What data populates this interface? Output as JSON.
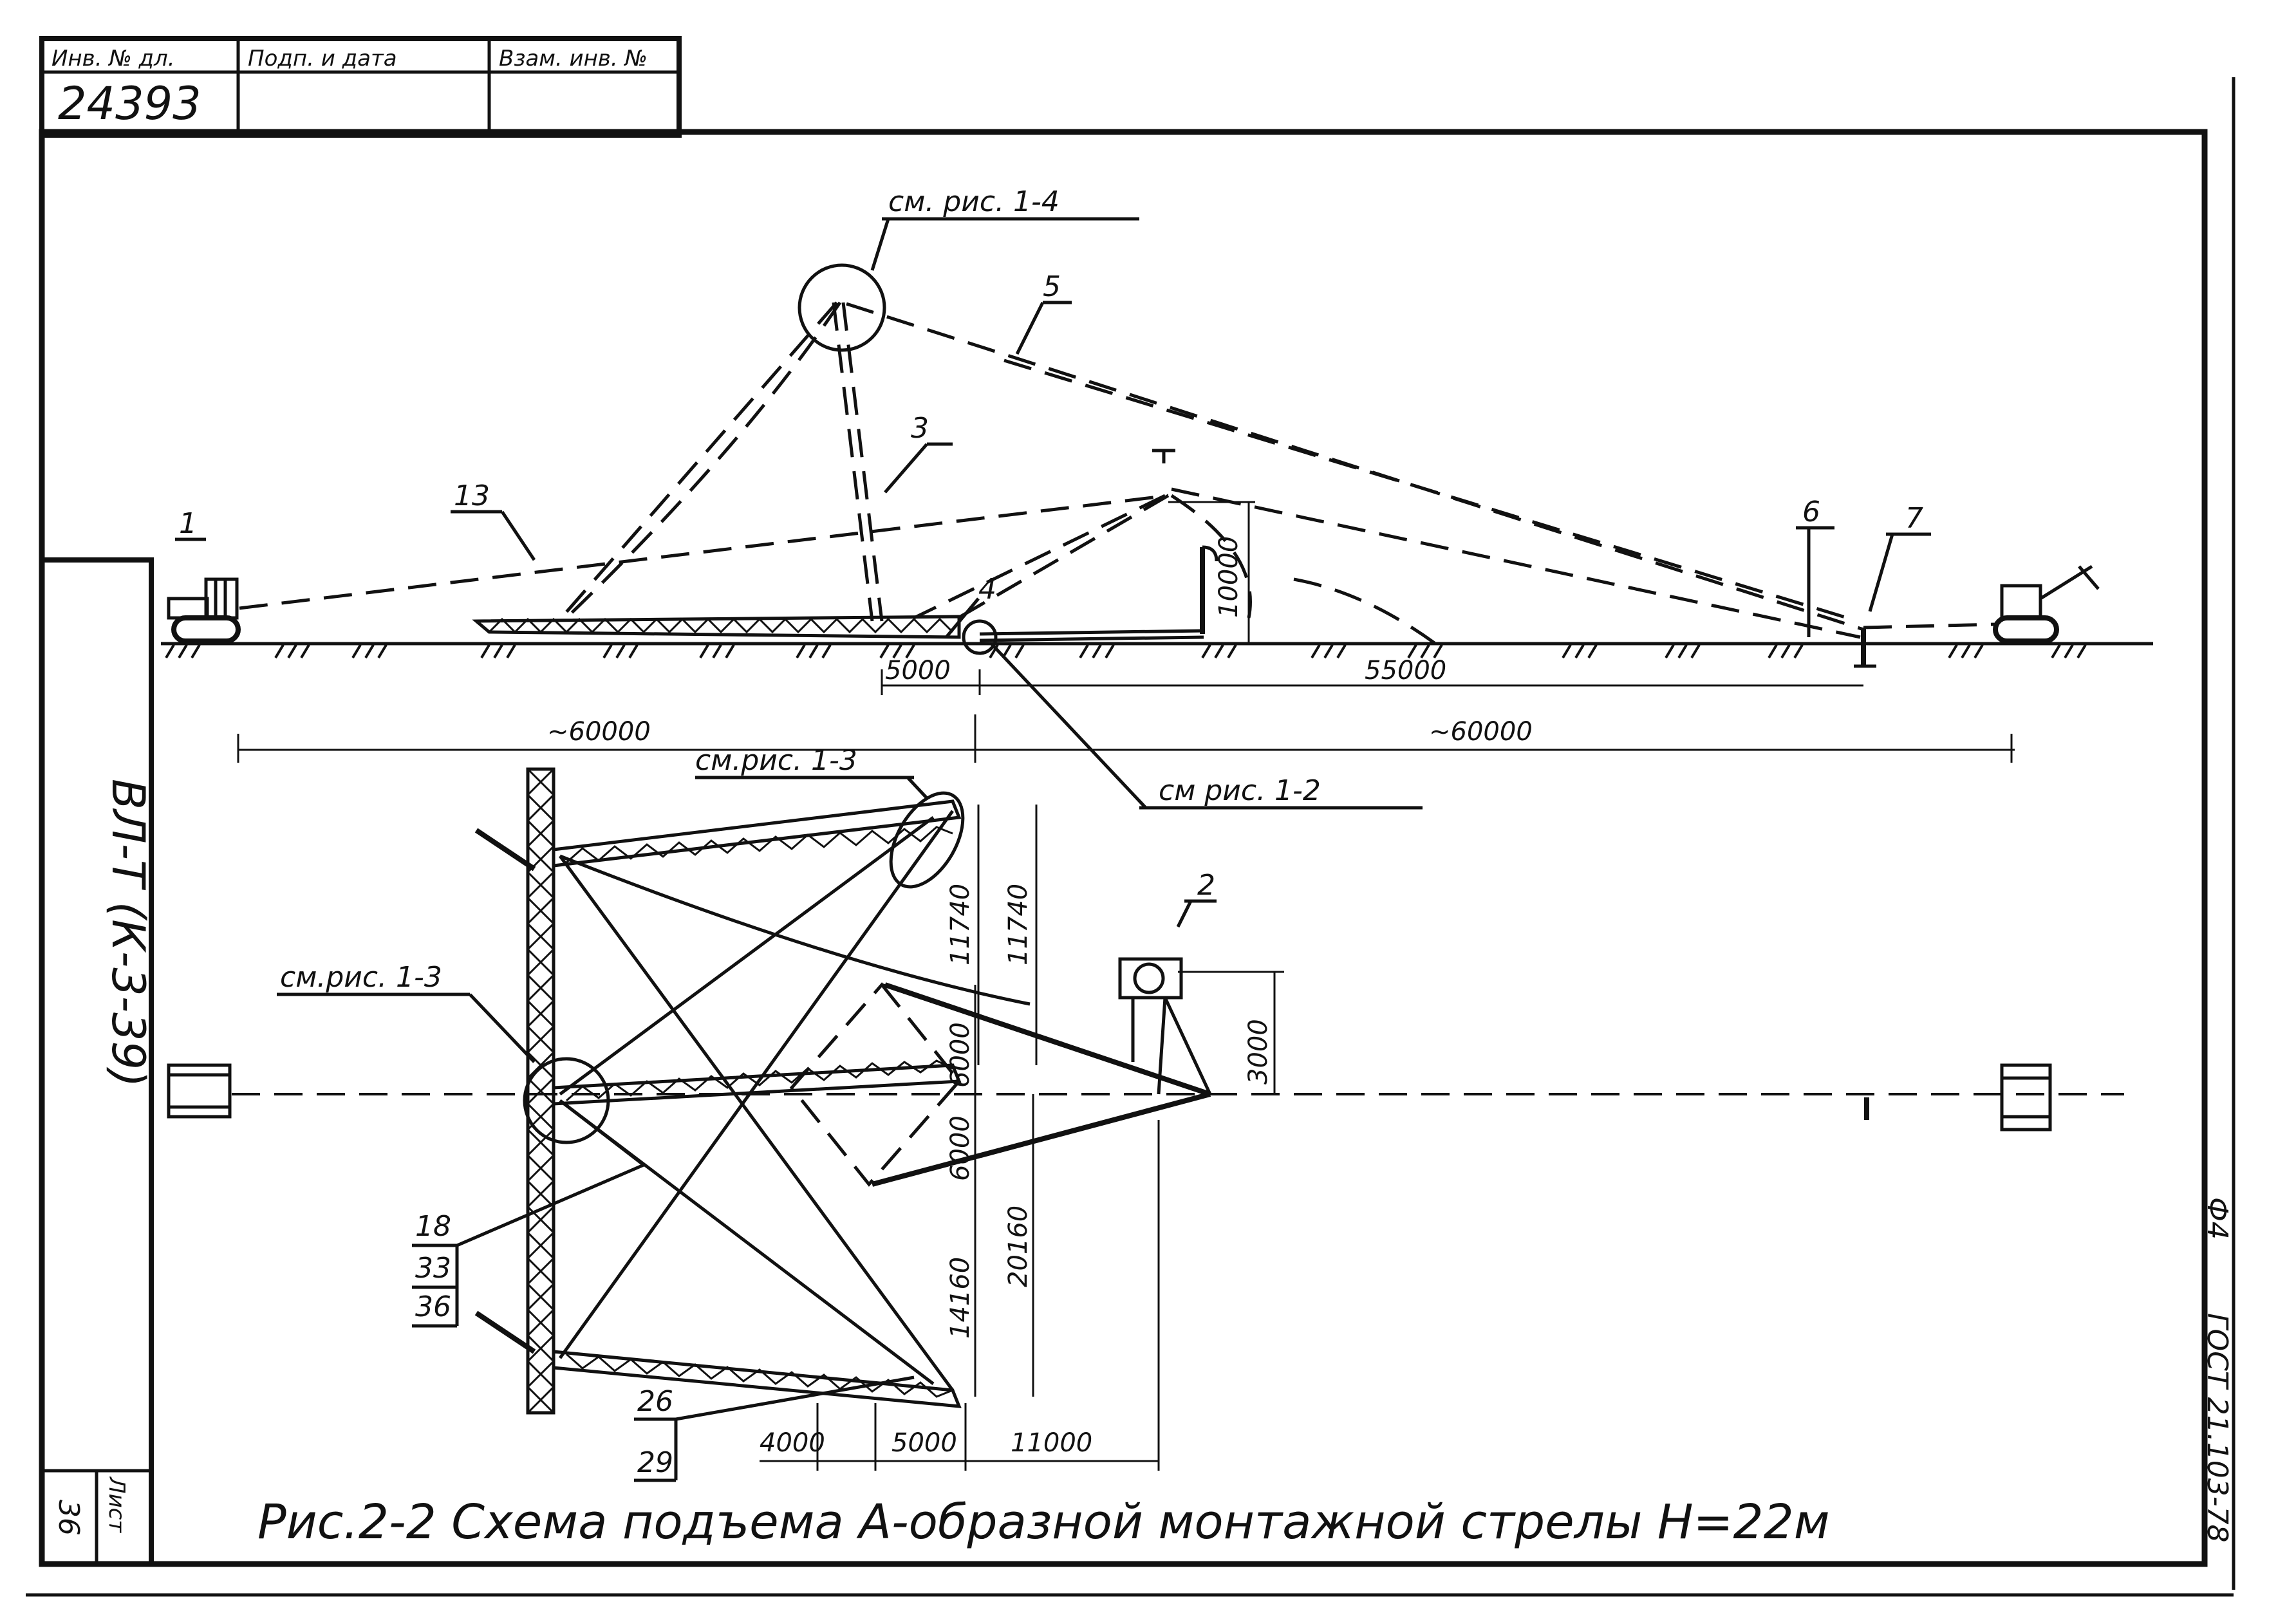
{
  "stamp": {
    "inv_label": "Инв. № дл.",
    "sign_label": "Подп. и дата",
    "replace_label": "Взам. инв. №",
    "inv_number": "24393"
  },
  "side_block": {
    "project_code": "ВЛ-Т (К-3-39)",
    "sheet_label": "Лист",
    "sheet_number": "36"
  },
  "right_margin": {
    "format": "Ф4",
    "gost": "ГОСТ 21.103-78"
  },
  "caption": "Рис.2-2 Схема подъема А-образной монтажной стрелы Н=22м",
  "callouts": {
    "ref_1_4": "см. рис. 1-4",
    "ref_1_2": "см рис. 1-2",
    "ref_1_3_top": "см.рис. 1-3",
    "ref_1_3_left": "см.рис. 1-3"
  },
  "position_numbers": [
    "1",
    "2",
    "3",
    "4",
    "5",
    "6",
    "7",
    "13",
    "18",
    "33",
    "36",
    "26",
    "29"
  ],
  "dimensions": {
    "d_5000_top": "5000",
    "d_55000": "55000",
    "d_10000": "10000",
    "d_60000_left": "~60000",
    "d_60000_right": "~60000",
    "d_11740_a": "11740",
    "d_11740_b": "11740",
    "d_3000": "3000",
    "d_6000_a": "6000",
    "d_6000_b": "6000",
    "d_20160": "20160",
    "d_14160": "14160",
    "d_4000": "4000",
    "d_5000_bottom": "5000",
    "d_11000": "11000"
  }
}
